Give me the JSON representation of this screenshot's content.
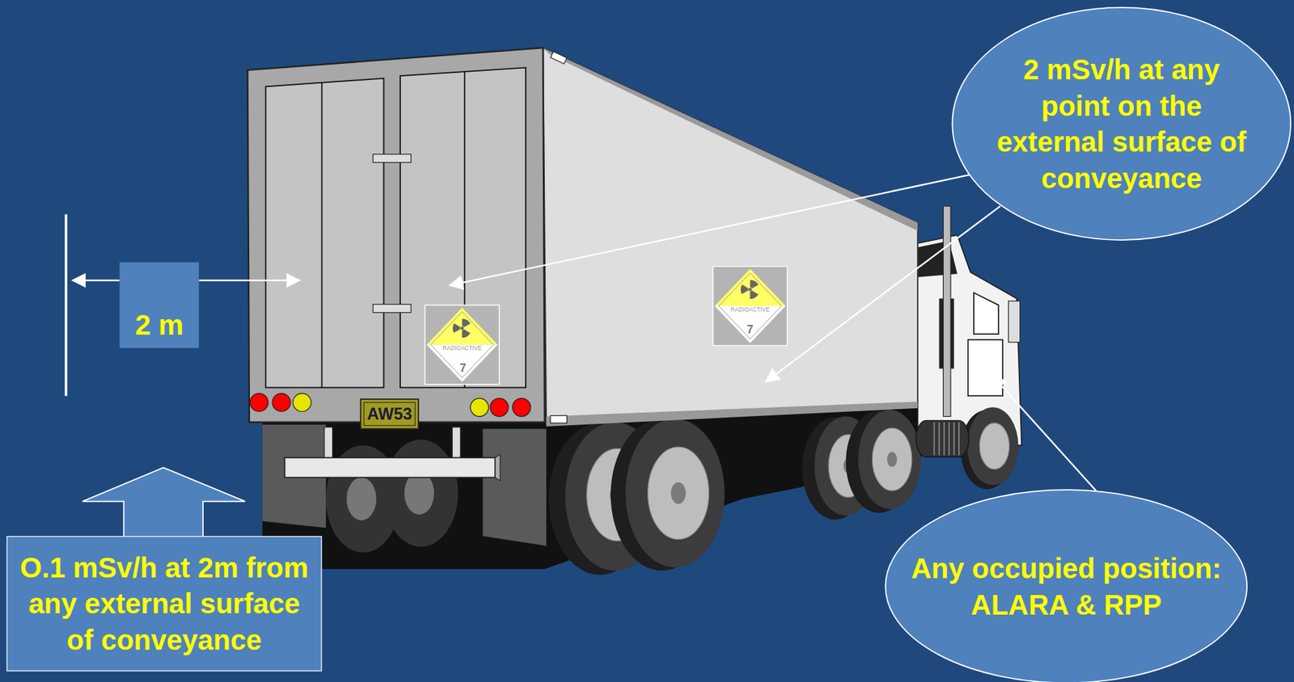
{
  "diagram": {
    "nodes": [
      {
        "text": [
          "2 mSv/h at any point on the external surface of conveyance"
        ]
      },
      {
        "text": [
          "2 m"
        ]
      },
      {
        "text": [
          "O.1 mSv/h at 2m from any external surface of conveyance"
        ]
      },
      {
        "text": [
          "Any occupied position: ALARA & RPP"
        ]
      }
    ],
    "labels": [
      "RADIOACTIVE",
      "7",
      "AW53",
      "RADIOACTIVE",
      "7"
    ]
  }
}
